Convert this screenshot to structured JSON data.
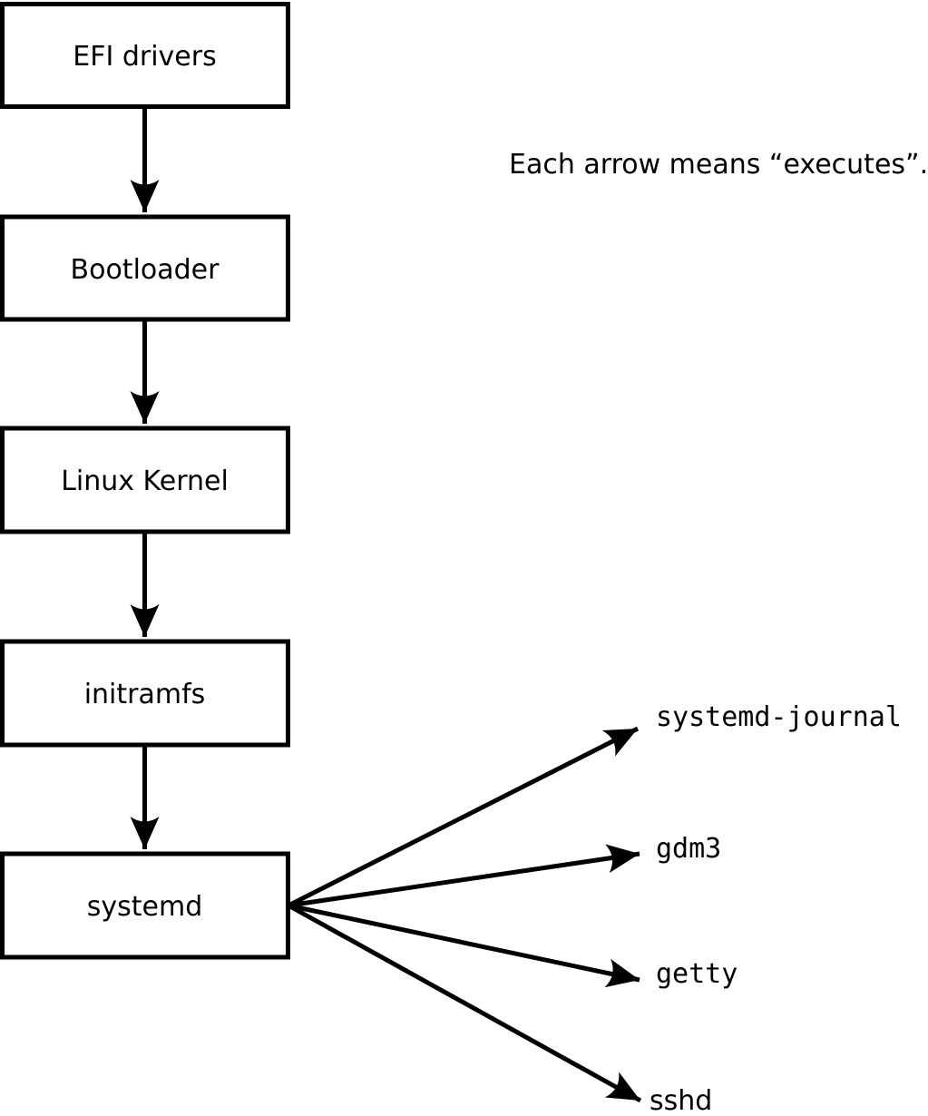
{
  "note": "Each arrow means “executes”.",
  "boot_chain": [
    "EFI drivers",
    "Bootloader",
    "Linux Kernel",
    "initramfs",
    "systemd"
  ],
  "spawned_services": [
    "systemd-journal",
    "gdm3",
    "getty",
    "sshd"
  ],
  "edges": [
    {
      "from": "EFI drivers",
      "to": "Bootloader",
      "meaning": "executes"
    },
    {
      "from": "Bootloader",
      "to": "Linux Kernel",
      "meaning": "executes"
    },
    {
      "from": "Linux Kernel",
      "to": "initramfs",
      "meaning": "executes"
    },
    {
      "from": "initramfs",
      "to": "systemd",
      "meaning": "executes"
    },
    {
      "from": "systemd",
      "to": "systemd-journal",
      "meaning": "executes"
    },
    {
      "from": "systemd",
      "to": "gdm3",
      "meaning": "executes"
    },
    {
      "from": "systemd",
      "to": "getty",
      "meaning": "executes"
    },
    {
      "from": "systemd",
      "to": "sshd",
      "meaning": "executes"
    }
  ],
  "colors": {
    "line": "#000000",
    "box_fill": "#ffffff",
    "text": "#000000",
    "background": "#ffffff"
  }
}
